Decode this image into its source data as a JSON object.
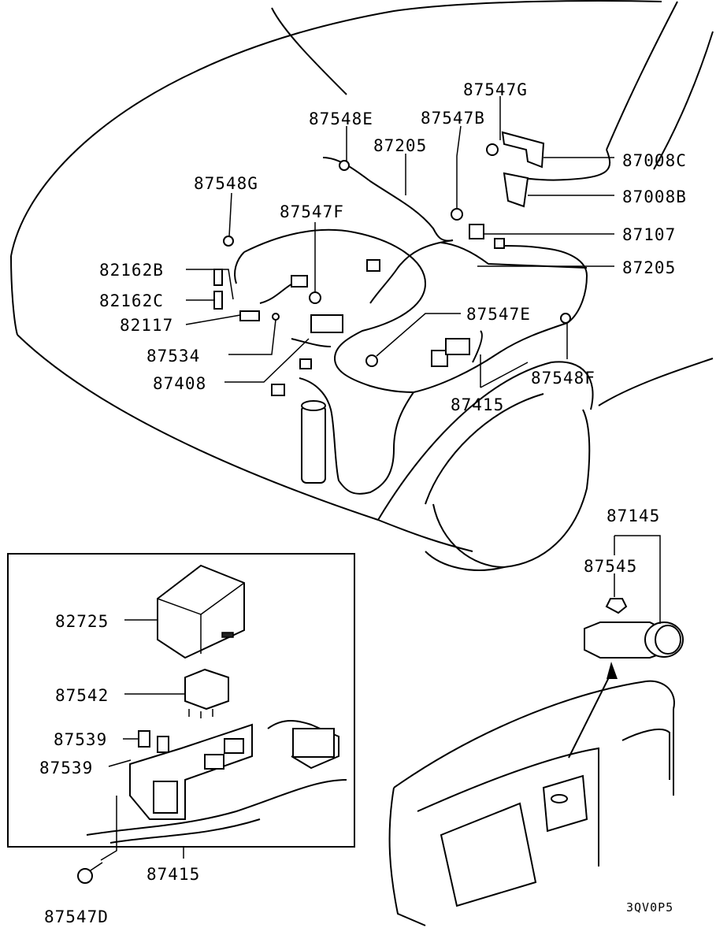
{
  "diagram_code": "3QV0P5",
  "callouts": [
    {
      "id": "c-87547G",
      "text": "87547G"
    },
    {
      "id": "c-87548E",
      "text": "87548E"
    },
    {
      "id": "c-87547B",
      "text": "87547B"
    },
    {
      "id": "c-87205-top",
      "text": "87205"
    },
    {
      "id": "c-87008C",
      "text": "87008C"
    },
    {
      "id": "c-87548G",
      "text": "87548G"
    },
    {
      "id": "c-87008B",
      "text": "87008B"
    },
    {
      "id": "c-87547F",
      "text": "87547F"
    },
    {
      "id": "c-87107",
      "text": "87107"
    },
    {
      "id": "c-82162B",
      "text": "82162B"
    },
    {
      "id": "c-87205-right",
      "text": "87205"
    },
    {
      "id": "c-82162C",
      "text": "82162C"
    },
    {
      "id": "c-87547E",
      "text": "87547E"
    },
    {
      "id": "c-82117",
      "text": "82117"
    },
    {
      "id": "c-87534",
      "text": "87534"
    },
    {
      "id": "c-87548F",
      "text": "87548F"
    },
    {
      "id": "c-87408",
      "text": "87408"
    },
    {
      "id": "c-87415-top",
      "text": "87415"
    },
    {
      "id": "c-87145",
      "text": "87145"
    },
    {
      "id": "c-87545",
      "text": "87545"
    },
    {
      "id": "c-82725",
      "text": "82725"
    },
    {
      "id": "c-87542",
      "text": "87542"
    },
    {
      "id": "c-87539-a",
      "text": "87539"
    },
    {
      "id": "c-87539-b",
      "text": "87539"
    },
    {
      "id": "c-87415-bottom",
      "text": "87415"
    },
    {
      "id": "c-87547D",
      "text": "87547D"
    }
  ]
}
